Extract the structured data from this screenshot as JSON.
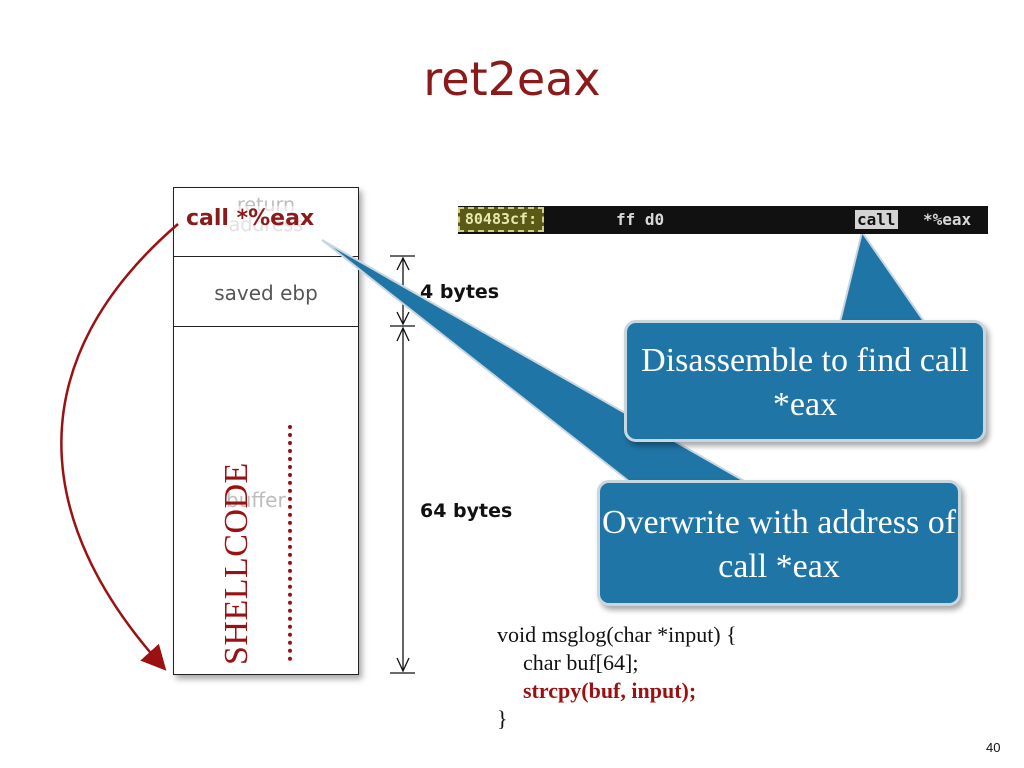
{
  "title": "ret2eax",
  "stack": {
    "return_address": "return\naddress",
    "overwrite": "call *%eax",
    "saved_ebp": "saved ebp",
    "buffer": "buffer",
    "shellcode": "SHELLCODE"
  },
  "dimensions": {
    "ebp_size": "4 bytes",
    "buffer_size": "64 bytes"
  },
  "disassembly": {
    "address": "80483cf:",
    "bytes": "ff d0",
    "mnemonic": "call",
    "operand": "*%eax"
  },
  "callouts": {
    "disassemble": "Disassemble to find call *eax",
    "overwrite": "Overwrite with address of call *eax"
  },
  "code": {
    "line1": "void msglog(char *input) {",
    "line2": "char buf[64];",
    "line3": "strcpy(buf, input);",
    "line4": "}"
  },
  "page_number": "40",
  "colors": {
    "title": "#8b1a1a",
    "callout_fill": "#1f75a6",
    "shellcode": "#9b1111"
  }
}
